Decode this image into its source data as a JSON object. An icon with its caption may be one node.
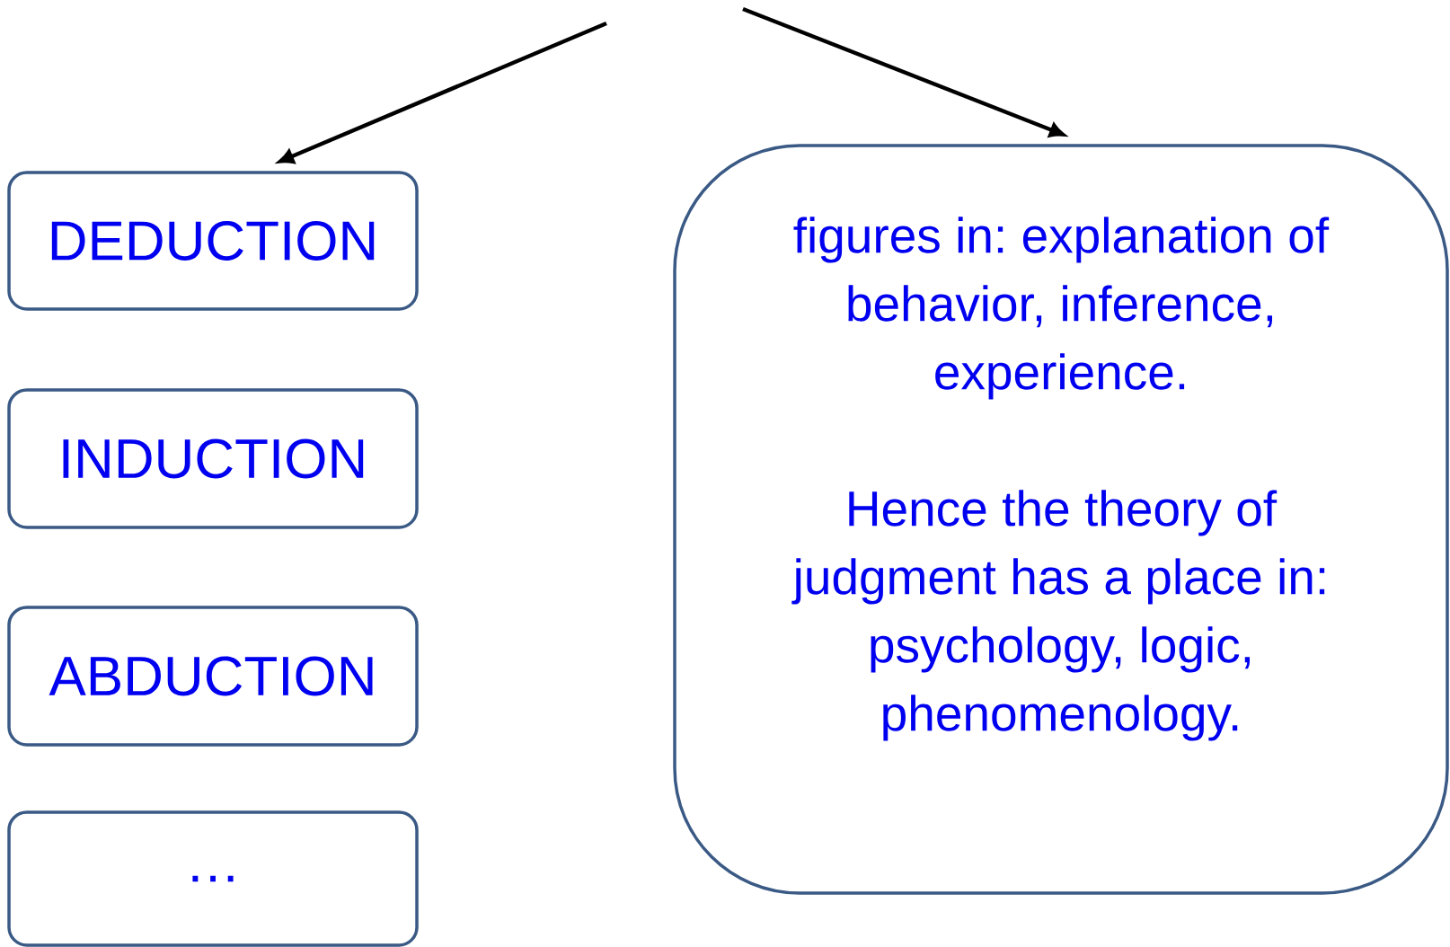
{
  "diagram": {
    "nodes": [
      {
        "text": [
          "DEDUCTION"
        ]
      },
      {
        "text": [
          "INDUCTION"
        ]
      },
      {
        "text": [
          "ABDUCTION"
        ]
      },
      {
        "text": [
          "…"
        ]
      },
      {
        "text": [
          "figures in: explanation of behavior, inference, experience.",
          "Hence the theory of judgment has a place in: psychology, logic, phenomenology."
        ]
      }
    ],
    "edges": [
      {
        "from": null,
        "to": 0,
        "arrow": "to"
      },
      {
        "from": null,
        "to": 4,
        "arrow": "to"
      }
    ]
  }
}
